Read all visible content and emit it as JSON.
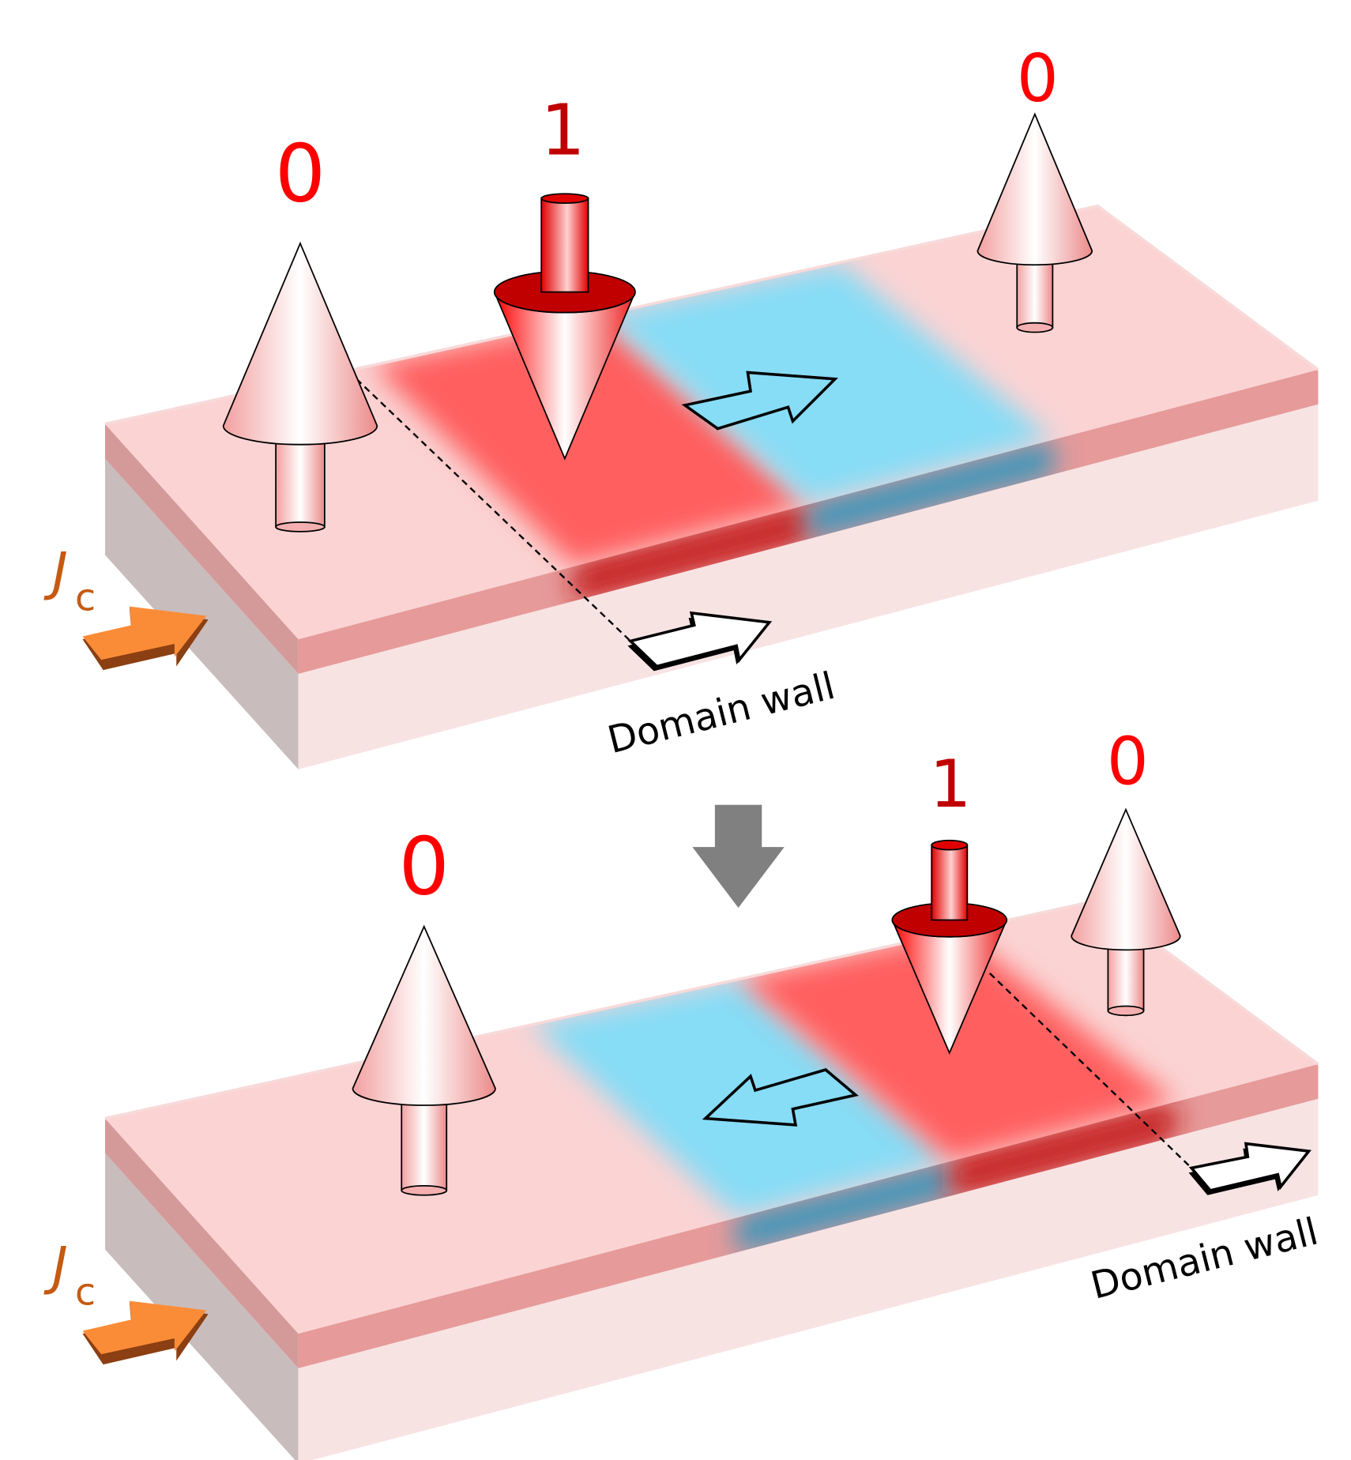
{
  "panels": [
    {
      "id": "before",
      "bit_labels": [
        "0",
        "1",
        "0"
      ],
      "current_label": {
        "main": "J",
        "sub": "c"
      },
      "domain_wall_label": "Domain wall",
      "wall_motion": "right"
    },
    {
      "id": "after",
      "bit_labels": [
        "0",
        "1",
        "0"
      ],
      "current_label": {
        "main": "J",
        "sub": "c"
      },
      "domain_wall_label": "Domain wall",
      "wall_motion": "left"
    }
  ],
  "colors": {
    "bit_zero": "#ff0000",
    "bit_one": "#c00000",
    "current": "#c55a11",
    "domain_up": "#fbd3d3",
    "domain_down_red": "#ff5f5f",
    "domain_wall_blue": "#87dcf6",
    "transition_arrow": "#808080"
  }
}
